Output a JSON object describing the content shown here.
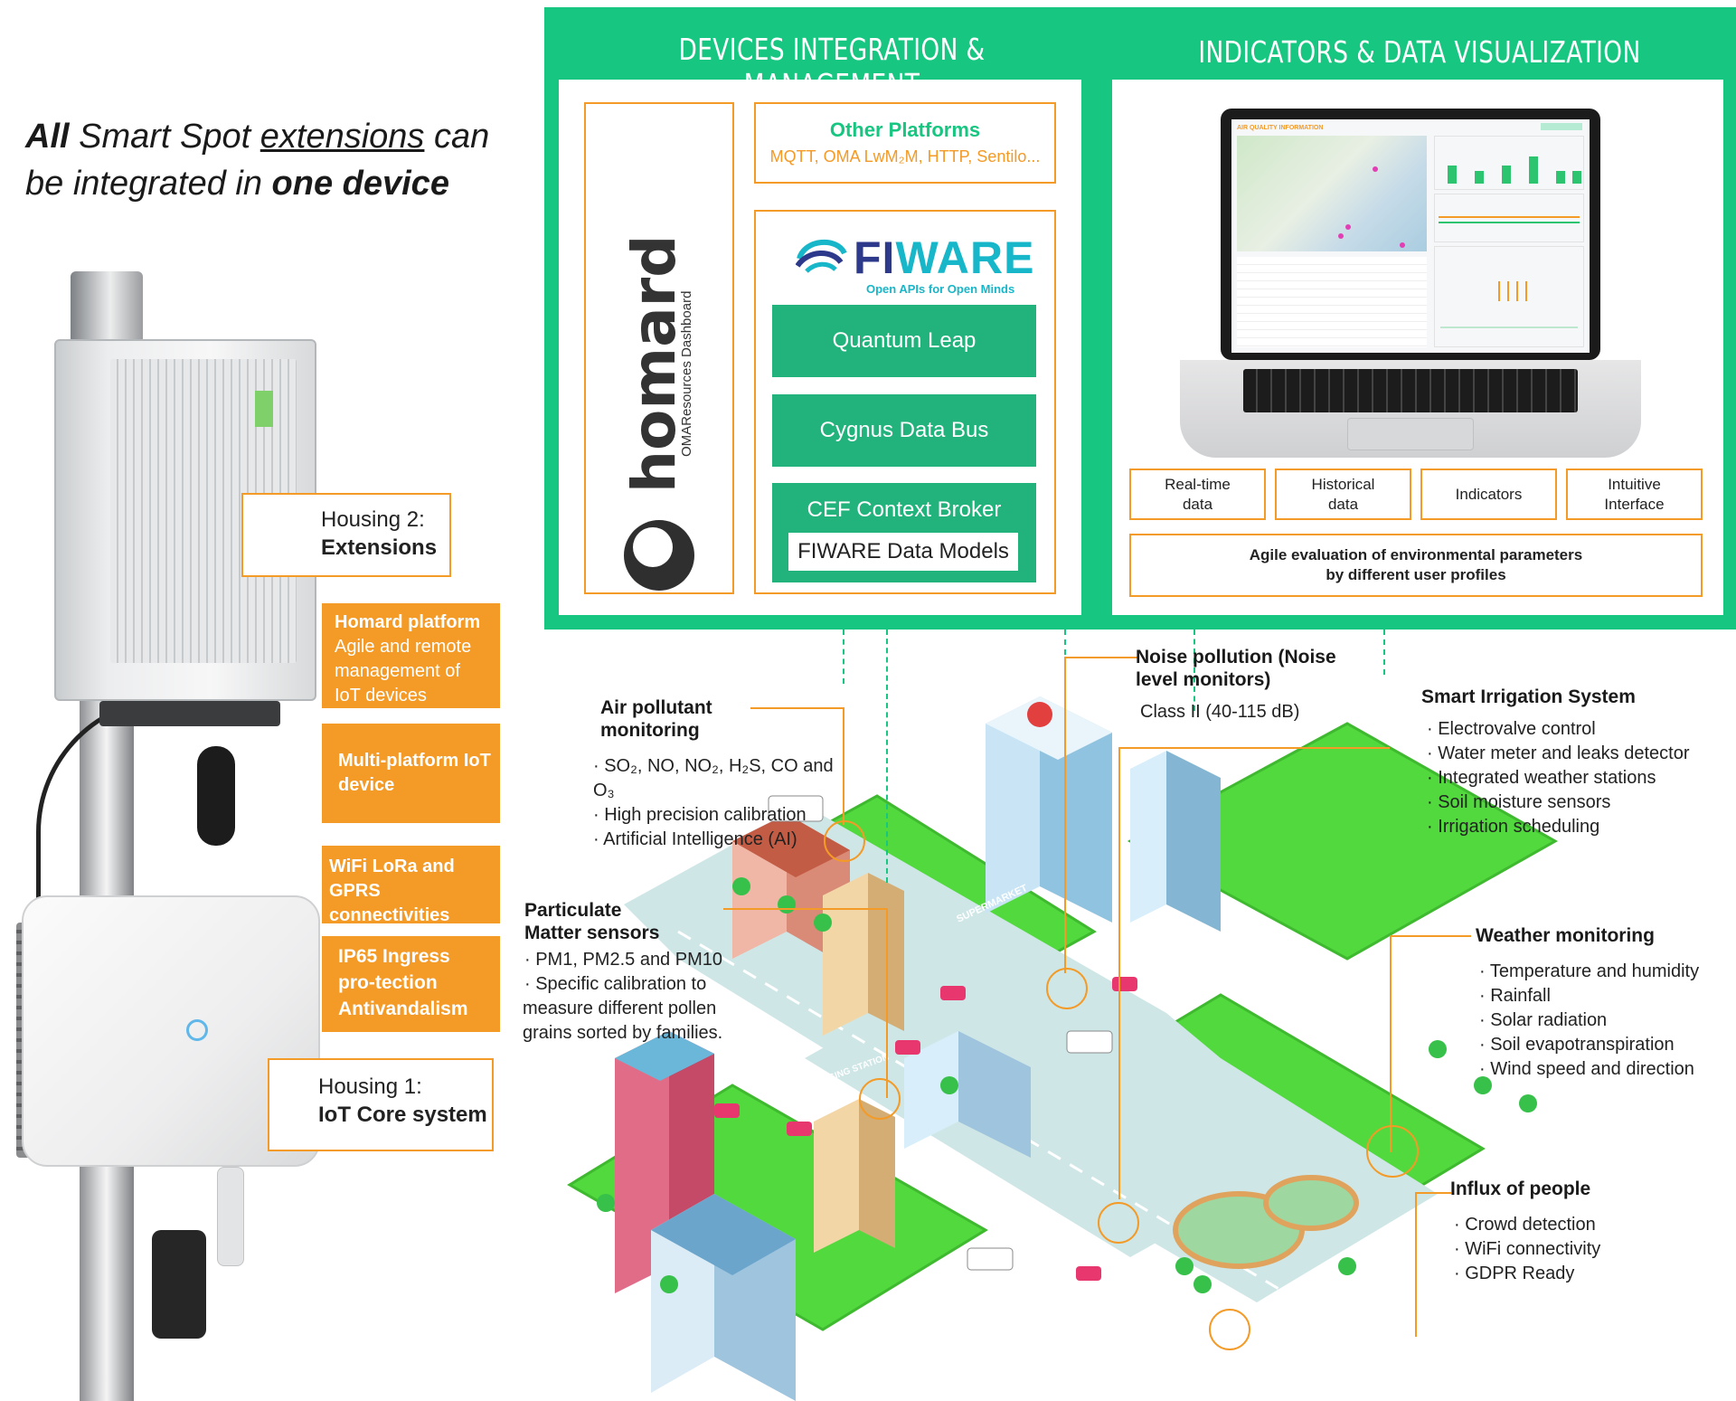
{
  "headline": {
    "all": "All",
    "smart_spot": " Smart Spot ",
    "extensions": "extensions",
    "can": "  can",
    "be_integrated": "be integrated in ",
    "one_device": "one device"
  },
  "housings": {
    "housing2_line1": "Housing 2:",
    "housing2_line2": "Extensions",
    "housing1_line1": "Housing 1:",
    "housing1_line2": "IoT Core system"
  },
  "features": [
    {
      "title": "Homard platform",
      "text": "Agile and remote management of IoT devices"
    },
    {
      "title": "Multi-platform IoT device",
      "text": ""
    },
    {
      "title": "WiFi LoRa and GPRS connectivities",
      "text": ""
    },
    {
      "title": "IP65 Ingress pro-tection Antivandalism",
      "text": ""
    }
  ],
  "integration": {
    "title": "DEVICES INTEGRATION & MANAGEMENT",
    "homard_name": "homard",
    "homard_sub": "OMAResources Dashboard",
    "other_platforms_title": "Other Platforms",
    "other_platforms_list": "MQTT, OMA LwM₂M, HTTP, Sentilo...",
    "fiware_fi": "FI",
    "fiware_ware": "WARE",
    "fiware_tagline": "Open APIs for Open Minds",
    "quantum_leap": "Quantum Leap",
    "cygnus": "Cygnus Data Bus",
    "cef_broker": "CEF Context Broker",
    "data_models": "FIWARE Data Models"
  },
  "visualization": {
    "title": "INDICATORS & DATA VISUALIZATION",
    "screen_title": "AIR QUALITY INFORMATION",
    "labels": [
      {
        "line1": "Real-time",
        "line2": "data"
      },
      {
        "line1": "Historical",
        "line2": "data"
      },
      {
        "line1": "Indicators",
        "line2": ""
      },
      {
        "line1": "Intuitive",
        "line2": "Interface"
      }
    ],
    "agile_line1": "Agile evaluation of environmental parameters",
    "agile_line2": "by different user profiles"
  },
  "annotations": {
    "air": {
      "title1": "Air pollutant",
      "title2": "monitoring",
      "items": [
        "SO₂, NO, NO₂, H₂S, CO and O₃",
        "High precision calibration",
        "Artificial Intelligence (AI)"
      ]
    },
    "noise": {
      "title1": "Noise pollution (Noise",
      "title2": "level monitors)",
      "detail": "Class II (40-115 dB)"
    },
    "irrigation": {
      "title": "Smart Irrigation System",
      "items": [
        "Electrovalve control",
        "Water meter and leaks detector",
        "Integrated weather stations",
        "Soil moisture sensors",
        "Irrigation scheduling"
      ]
    },
    "particulate": {
      "title1": "Particulate",
      "title2": "Matter sensors",
      "items": [
        "PM1, PM2.5 and PM10",
        "Specific calibration to"
      ],
      "extra1": "measure different pollen",
      "extra2": "grains sorted by families."
    },
    "weather": {
      "title": "Weather monitoring",
      "items": [
        "Temperature and humidity",
        "Rainfall",
        "Solar radiation",
        "Soil evapotranspiration",
        "Wind speed and direction"
      ]
    },
    "influx": {
      "title": "Influx of people",
      "items": [
        "Crowd detection",
        "WiFi connectivity",
        "GDPR Ready"
      ]
    }
  },
  "city_signs": {
    "supermarket": "SUPERMARKET",
    "charging": "CHARGING STATION"
  },
  "colors": {
    "green": "#17c680",
    "dark_green": "#22b37d",
    "orange": "#f39a27",
    "grass": "#52d93e"
  }
}
